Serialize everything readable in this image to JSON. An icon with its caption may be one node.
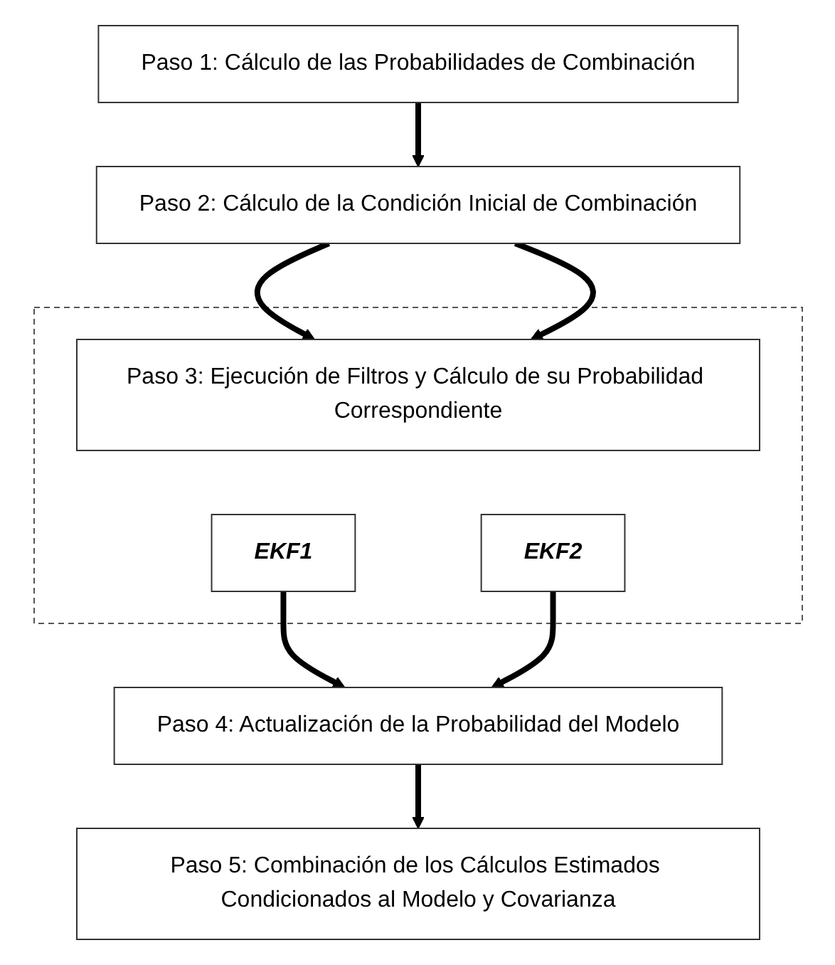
{
  "diagram": {
    "nodes": [
      {
        "text": [
          "Paso 1: Cálculo de las Probabilidades de Combinación"
        ]
      },
      {
        "text": [
          "Paso 2: Cálculo de la Condición Inicial de Combinación"
        ]
      },
      {
        "text": [],
        "shape": "box"
      },
      {
        "text": [
          "Paso 3: Ejecución de Filtros y Cálculo de su Probabilidad Correspondiente"
        ],
        "in": 2
      },
      {
        "text": [
          "EKF1"
        ],
        "in": 2
      },
      {
        "text": [
          "EKF2"
        ],
        "in": 2
      },
      {
        "text": [
          "Paso 4: Actualización de la Probabilidad del Modelo"
        ]
      },
      {
        "text": [
          "Paso 5: Combinación de los Cálculos Estimados Condicionados al Modelo y Covarianza"
        ]
      }
    ],
    "edges": [
      {
        "from": 0,
        "to": 1,
        "arrow": "to"
      },
      {
        "from": 1,
        "to": 3,
        "arrow": "to"
      },
      {
        "from": 1,
        "to": 3,
        "arrow": "to"
      },
      {
        "from": 4,
        "to": 6,
        "arrow": "to"
      },
      {
        "from": 5,
        "to": 6,
        "arrow": "to"
      },
      {
        "from": 6,
        "to": 7,
        "arrow": "to"
      }
    ]
  }
}
